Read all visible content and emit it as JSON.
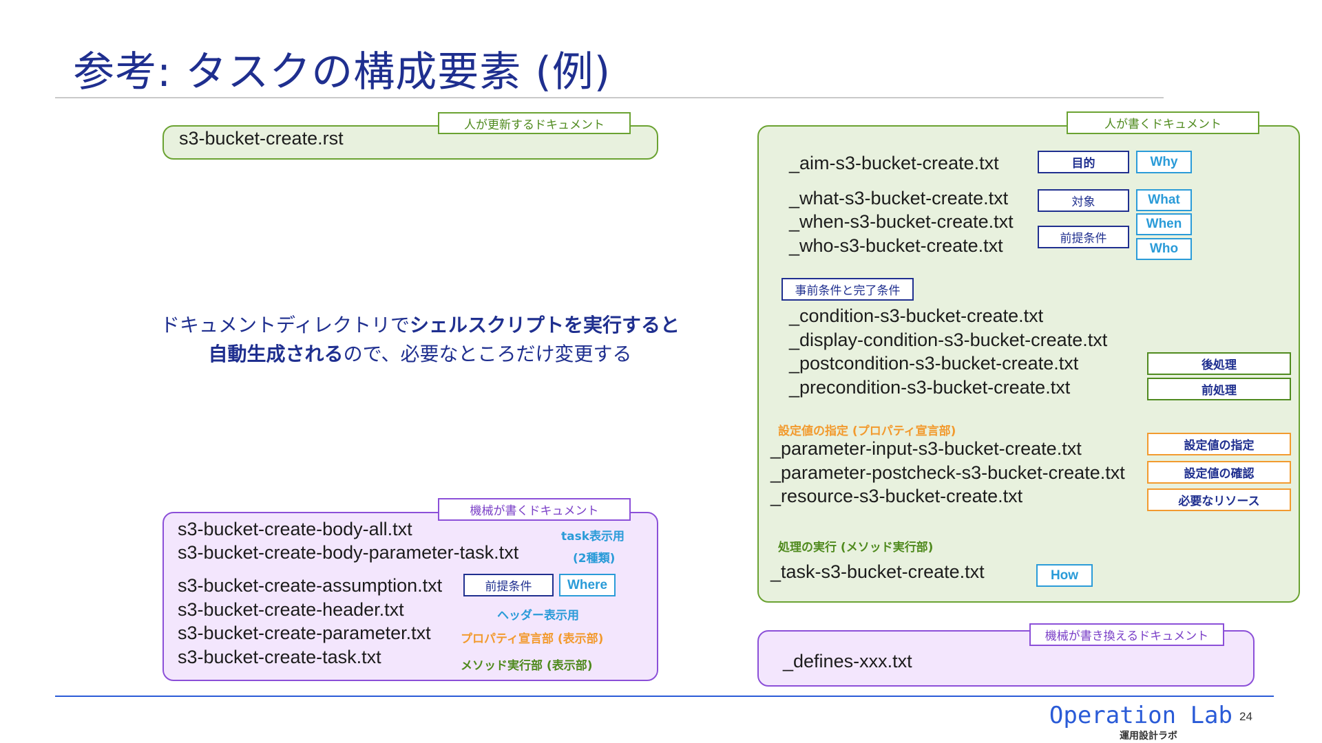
{
  "title": "参考: タスクの構成要素 (例)",
  "center": {
    "line1_normal": "ドキュメントディレクトリで",
    "line1_bold": "シェルスクリプトを実行すると",
    "line2_bold": "自動生成される",
    "line2_normal": "ので、必要なところだけ変更する"
  },
  "rst_panel": {
    "tag": "人が更新するドキュメント",
    "file": "s3-bucket-create.rst"
  },
  "human_panel": {
    "tag": "人が書くドキュメント",
    "aim_file": "_aim-s3-bucket-create.txt",
    "what_file": "_what-s3-bucket-create.txt",
    "when_file": "_when-s3-bucket-create.txt",
    "who_file": "_who-s3-bucket-create.txt",
    "box_purpose": "目的",
    "box_target": "対象",
    "box_precondition": "前提条件",
    "why": "Why",
    "what": "What",
    "when": "When",
    "who": "Who",
    "condition_section": "事前条件と完了条件",
    "condition_files": [
      "_condition-s3-bucket-create.txt",
      "_display-condition-s3-bucket-create.txt",
      "_postcondition-s3-bucket-create.txt",
      "_precondition-s3-bucket-create.txt"
    ],
    "box_post": "後処理",
    "box_pre": "前処理",
    "parameter_section": "設定値の指定 (プロパティ宣言部)",
    "parameter_files": [
      "_parameter-input-s3-bucket-create.txt",
      "_parameter-postcheck-s3-bucket-create.txt",
      "_resource-s3-bucket-create.txt"
    ],
    "box_param_spec": "設定値の指定",
    "box_param_check": "設定値の確認",
    "box_resource": "必要なリソース",
    "exec_section": "処理の実行 (メソッド実行部)",
    "task_file": "_task-s3-bucket-create.txt",
    "how": "How"
  },
  "machine_panel": {
    "tag": "機械が書くドキュメント",
    "files": [
      "s3-bucket-create-body-all.txt",
      "s3-bucket-create-body-parameter-task.txt",
      "s3-bucket-create-assumption.txt",
      "s3-bucket-create-header.txt",
      "s3-bucket-create-parameter.txt",
      "s3-bucket-create-task.txt"
    ],
    "note_task_display": "task表示用",
    "note_two_kinds": "(2種類)",
    "box_precondition": "前提条件",
    "where": "Where",
    "note_header": "ヘッダー表示用",
    "note_property": "プロパティ宣言部 (表示部)",
    "note_method": "メソッド実行部 (表示部)"
  },
  "defines_panel": {
    "tag": "機械が書き換えるドキュメント",
    "file": "_defines-xxx.txt"
  },
  "footer": {
    "logo": "Operation Lab",
    "logo_sub": "運用設計ラボ",
    "page": "24"
  },
  "colors": {
    "title": "#1f2f8f",
    "green_border": "#6aa231",
    "green_fill": "#e8f1de",
    "purple_border": "#8b4fd8",
    "purple_fill": "#f3e6fd",
    "blue": "#2a9bd8",
    "orange": "#f29a2e",
    "rule": "#2a5bd7"
  }
}
